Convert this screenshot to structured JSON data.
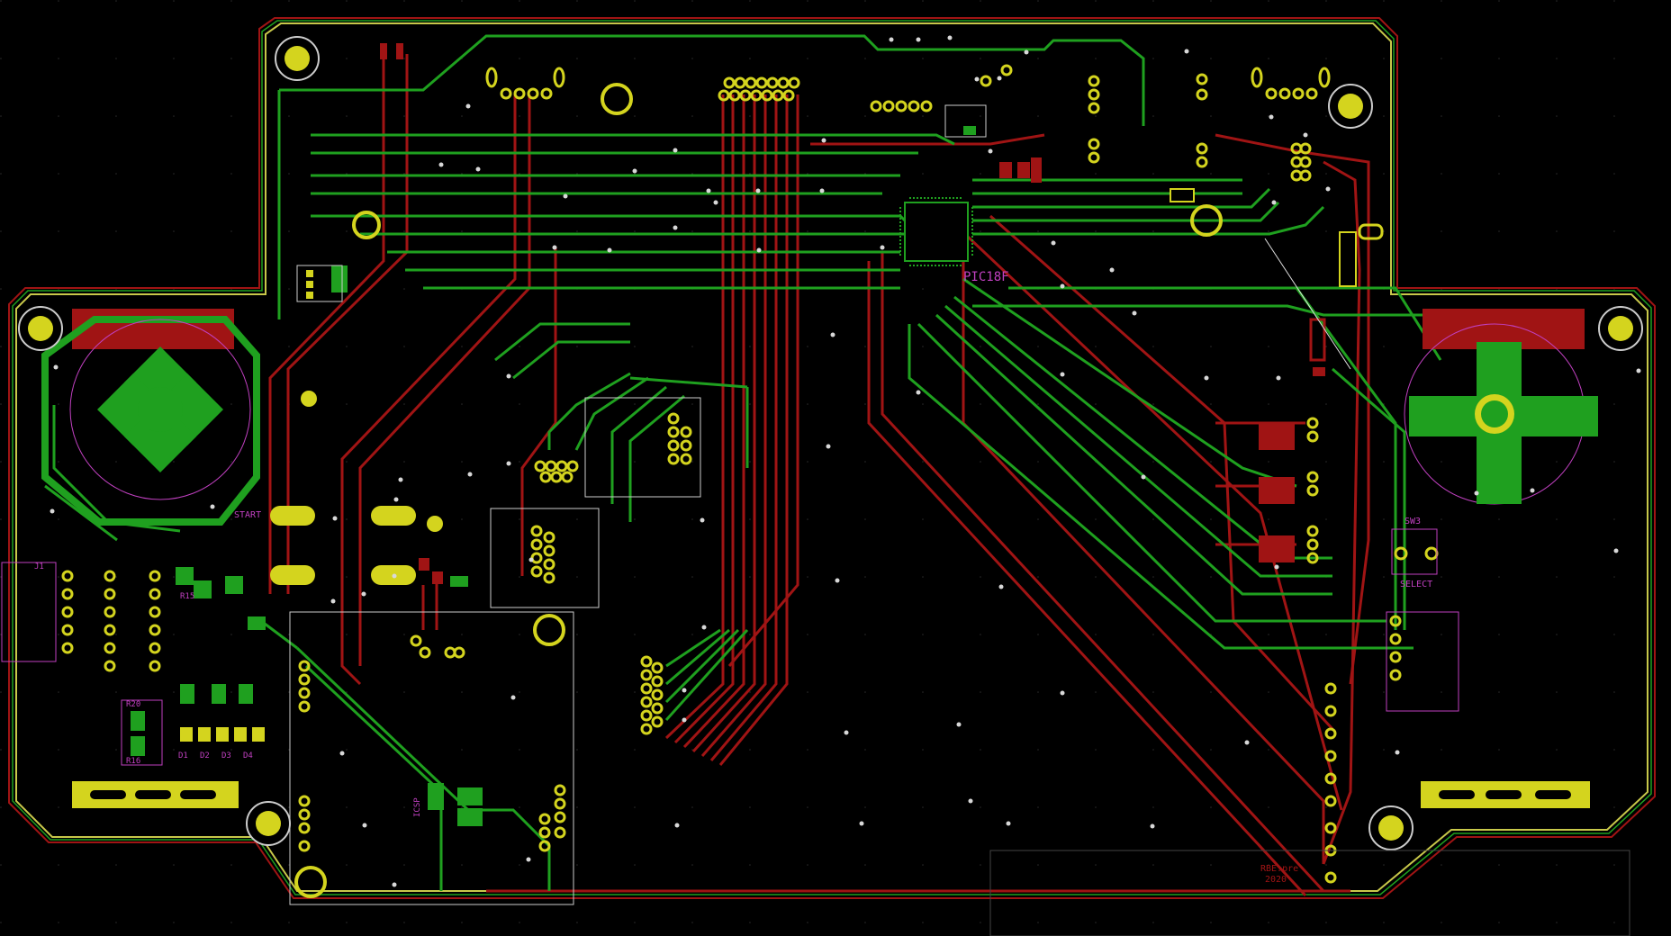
{
  "app": "PCB Layout Editor",
  "colors": {
    "background": "#000000",
    "board_outline": "#C8C84A",
    "front_copper": "#1FA01F",
    "back_copper": "#A01414",
    "pad": "#D4D41E",
    "silkscreen": "#C040C0",
    "via": "#D8D8D8",
    "white_marks": "#E0E0E0"
  },
  "labels": {
    "mcu": "PIC18F",
    "select": "SELECT",
    "sw3": "SW3",
    "start": "START",
    "r15": "R15",
    "r16": "R16",
    "r20": "R20",
    "j1": "J1",
    "d1": "D1",
    "d2": "D2",
    "d3": "D3",
    "d4": "D4",
    "board_note_1": "RBE.pre",
    "board_note_2": "2020",
    "ic_left_label": "ICSP"
  }
}
